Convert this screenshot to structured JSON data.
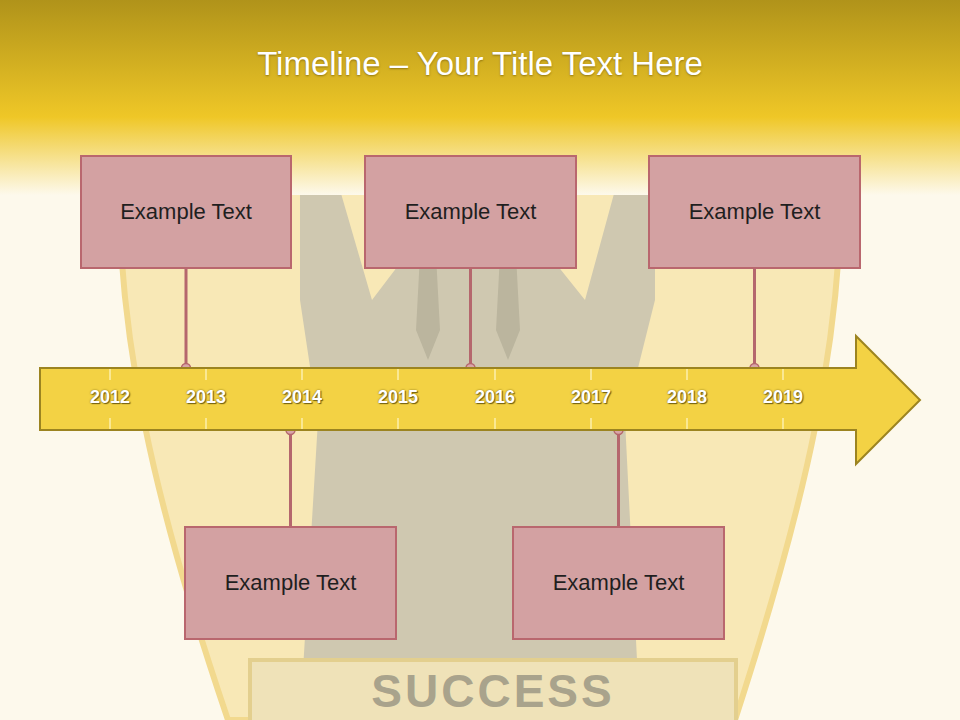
{
  "diagram": {
    "title": "Timeline – Your Title Text Here",
    "nodes": [
      {
        "text": [
          "Example Text"
        ]
      },
      {
        "text": [
          "Example Text"
        ]
      },
      {
        "text": [
          "Example Text"
        ]
      },
      {
        "text": [
          "2012",
          "2013",
          "2014",
          "2015",
          "2016",
          "2017",
          "2018",
          "2019"
        ]
      },
      {
        "text": [
          "Example Text"
        ]
      },
      {
        "text": [
          "Example Text"
        ]
      }
    ],
    "edges": [
      {
        "from": 0,
        "to": 3,
        "arrow": "none"
      },
      {
        "from": 1,
        "to": 3,
        "arrow": "none"
      },
      {
        "from": 2,
        "to": 3,
        "arrow": "none"
      },
      {
        "from": 4,
        "to": 3,
        "arrow": "none"
      },
      {
        "from": 5,
        "to": 3,
        "arrow": "none"
      }
    ],
    "labels": [
      "SUCCESS"
    ]
  }
}
